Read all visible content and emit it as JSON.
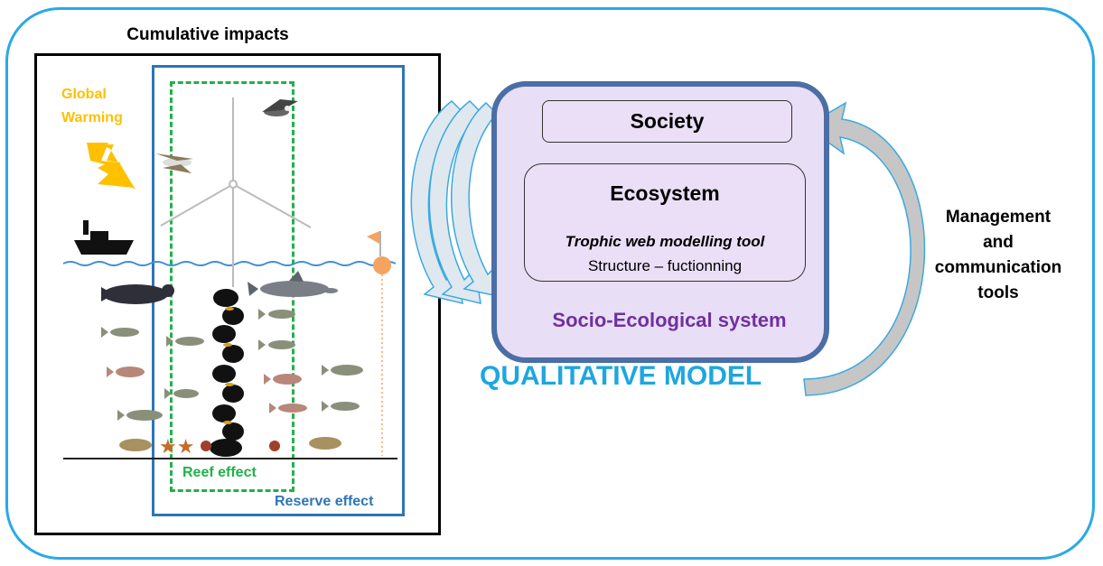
{
  "title": "Cumulative impacts",
  "labels": {
    "global_warming": "Global Warming",
    "reef_effect": "Reef effect",
    "reserve_effect": "Reserve effect"
  },
  "model": {
    "society": "Society",
    "ecosystem": "Ecosystem",
    "tool": "Trophic web modelling tool",
    "structure": "Structure – fuctionning",
    "ses": "Socio-Ecological system",
    "qualitative": "QUALITATIVE MODEL"
  },
  "management": [
    "Management",
    "and",
    "communication",
    "tools"
  ],
  "colors": {
    "outer_border": "#2aa9e6",
    "reef": "#21b14b",
    "reserve": "#2e75b6",
    "global_warming": "#ffc000",
    "ses_fill": "#e8def5",
    "ses_border": "#4a6ea5",
    "ses_label": "#7030a0",
    "qualitative": "#1ea6df"
  }
}
